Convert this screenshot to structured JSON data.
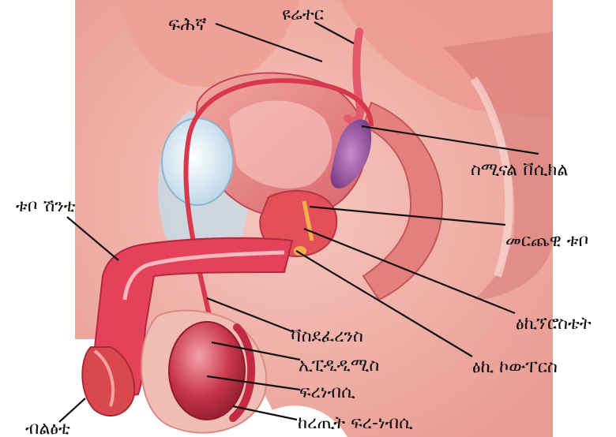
{
  "diagram": {
    "labels": {
      "bladder": "ፍሕኛ",
      "ureter": "ዩሬተር",
      "seminal_vesicle": "ስሚናል ቨሲክል",
      "ejaculatory_duct": "መርጨዊ ቱቦ",
      "prostate": "ፅኪኘሮስቴት",
      "bulbourethral": "ፅኪ ኮውፐርስ",
      "vas_deferens": "ቫስደፈረንስ",
      "epididymis": "ኢፒዲዲሚስ",
      "testis": "ፍረነብሲ",
      "scrotum": "ከረጢት ፍረ-ነብሲ",
      "urethra": "ቱቦ ሽንቲ",
      "glans": "ብልፅቲ"
    }
  }
}
